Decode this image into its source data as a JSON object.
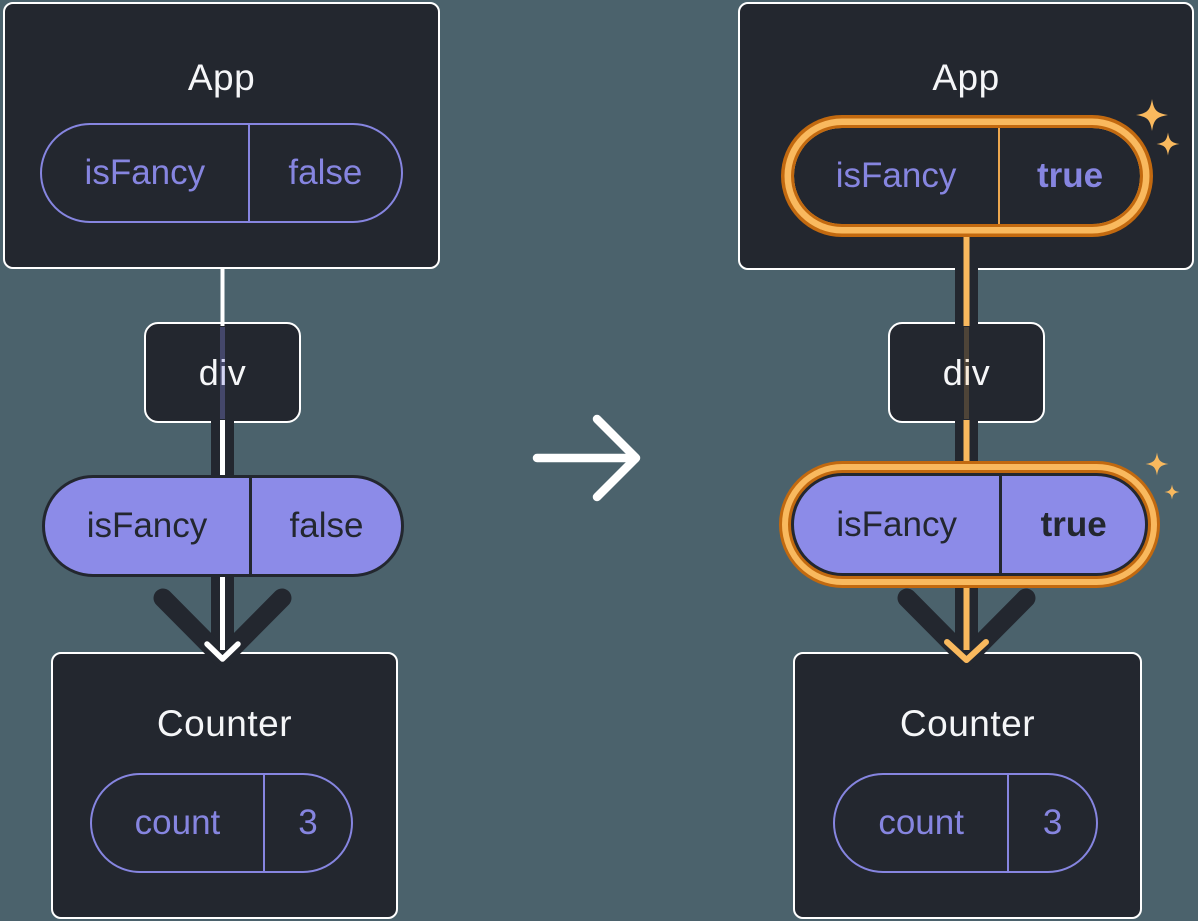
{
  "colors": {
    "background": "#4b626c",
    "card": "#23272f",
    "card_border": "#ffffff",
    "purple_text": "#8685e0",
    "purple_fill": "#8c8be8",
    "ink": "#23272f",
    "orange_light": "#f9b95e",
    "orange_deep": "#c2690f",
    "arrow_white": "#ffffff"
  },
  "left_tree": {
    "app": {
      "title": "App",
      "prop_name": "isFancy",
      "prop_value": "false"
    },
    "div_box": {
      "label": "div"
    },
    "prop_pill": {
      "name": "isFancy",
      "value": "false"
    },
    "counter": {
      "title": "Counter",
      "state_name": "count",
      "state_value": "3"
    }
  },
  "right_tree": {
    "app": {
      "title": "App",
      "prop_name": "isFancy",
      "prop_value": "true"
    },
    "div_box": {
      "label": "div"
    },
    "prop_pill": {
      "name": "isFancy",
      "value": "true"
    },
    "counter": {
      "title": "Counter",
      "state_name": "count",
      "state_value": "3"
    }
  }
}
